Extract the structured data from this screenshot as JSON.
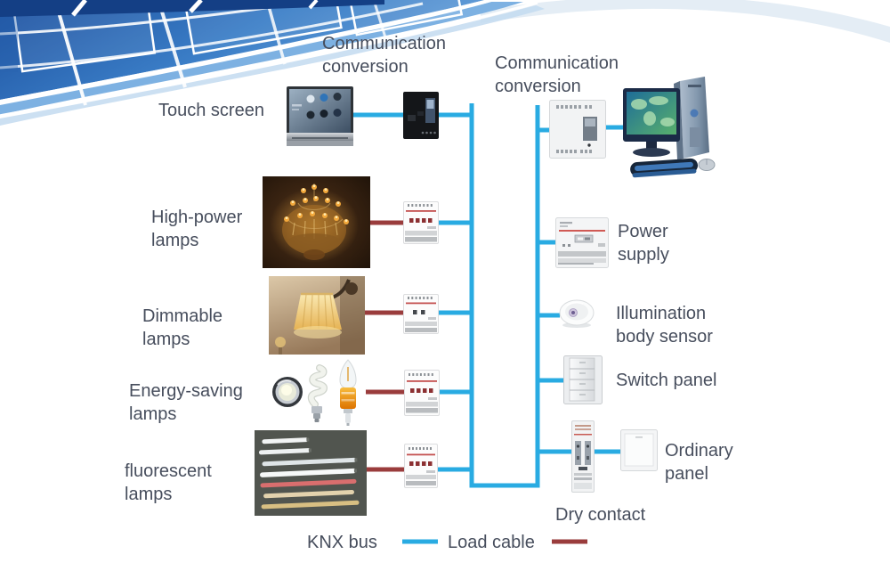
{
  "colors": {
    "knx_bus_blue": "#29abe2",
    "load_cable_red": "#9a3c3c",
    "label_text": "#474e5d"
  },
  "labels": {
    "comm_conversion_left": "Communication conversion",
    "touch_screen": "Touch screen",
    "comm_conversion_right": "Communication conversion",
    "high_power_lamps": "High-power lamps",
    "dimmable_lamps": "Dimmable lamps",
    "energy_saving_lamps": "Energy-saving lamps",
    "fluorescent_lamps": "fluorescent lamps",
    "power_supply": "Power supply",
    "illumination_body_sensor": "Illumination body sensor",
    "switch_panel": "Switch panel",
    "ordinary_panel": "Ordinary panel",
    "dry_contact": "Dry contact"
  },
  "legend": {
    "knx_bus_label": "KNX bus",
    "load_cable_label": "Load cable"
  }
}
